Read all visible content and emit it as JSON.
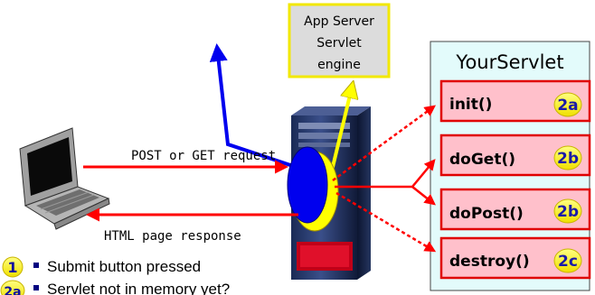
{
  "app_server_box": {
    "line1": "App Server",
    "line2": "Servlet",
    "line3": "engine"
  },
  "servlet_panel": {
    "title": "YourServlet",
    "methods": [
      {
        "label": "init()",
        "badge": "2a"
      },
      {
        "label": "doGet()",
        "badge": "2b"
      },
      {
        "label": "doPost()",
        "badge": "2b"
      },
      {
        "label": "destroy()",
        "badge": "2c"
      }
    ]
  },
  "arrows": {
    "request_label": "POST or GET request",
    "response_label": "HTML page response"
  },
  "steps": [
    {
      "badge": "1",
      "text": "Submit button pressed"
    },
    {
      "badge": "2a",
      "text": "Servlet not in memory yet?"
    }
  ],
  "colors": {
    "method_box_fill": "#ffc0cb",
    "method_box_border": "#e00000",
    "badge_fill": "#ffff00",
    "badge_text": "#1a1aa8",
    "panel_fill": "#e3fbfb",
    "server_box_fill": "#dcdcdc",
    "server_box_border": "#f2e800",
    "request_arrow": "#ff0000",
    "blue_arrow": "#0000ee",
    "yellow_arrow": "#ffff00",
    "step_badge_fill": "#ffff00",
    "step_badge_text": "#1010a0",
    "bullet_color": "#000080"
  }
}
